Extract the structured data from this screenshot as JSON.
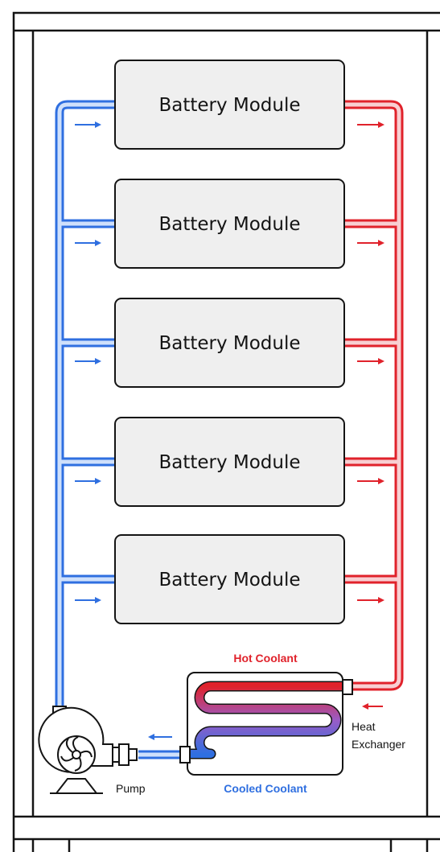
{
  "modules": [
    {
      "label": "Battery Module"
    },
    {
      "label": "Battery Module"
    },
    {
      "label": "Battery Module"
    },
    {
      "label": "Battery Module"
    },
    {
      "label": "Battery Module"
    }
  ],
  "labels": {
    "hot_coolant": "Hot Coolant",
    "cooled_coolant": "Cooled Coolant",
    "heat_exchanger_line1": "Heat",
    "heat_exchanger_line2": "Exchanger",
    "pump": "Pump"
  },
  "colors": {
    "cold": "#2f6fe0",
    "cold_light": "#cfe0fb",
    "hot": "#e0222b",
    "hot_light": "#f8cfd2",
    "module_fill": "#efefef",
    "outline": "#141414"
  }
}
